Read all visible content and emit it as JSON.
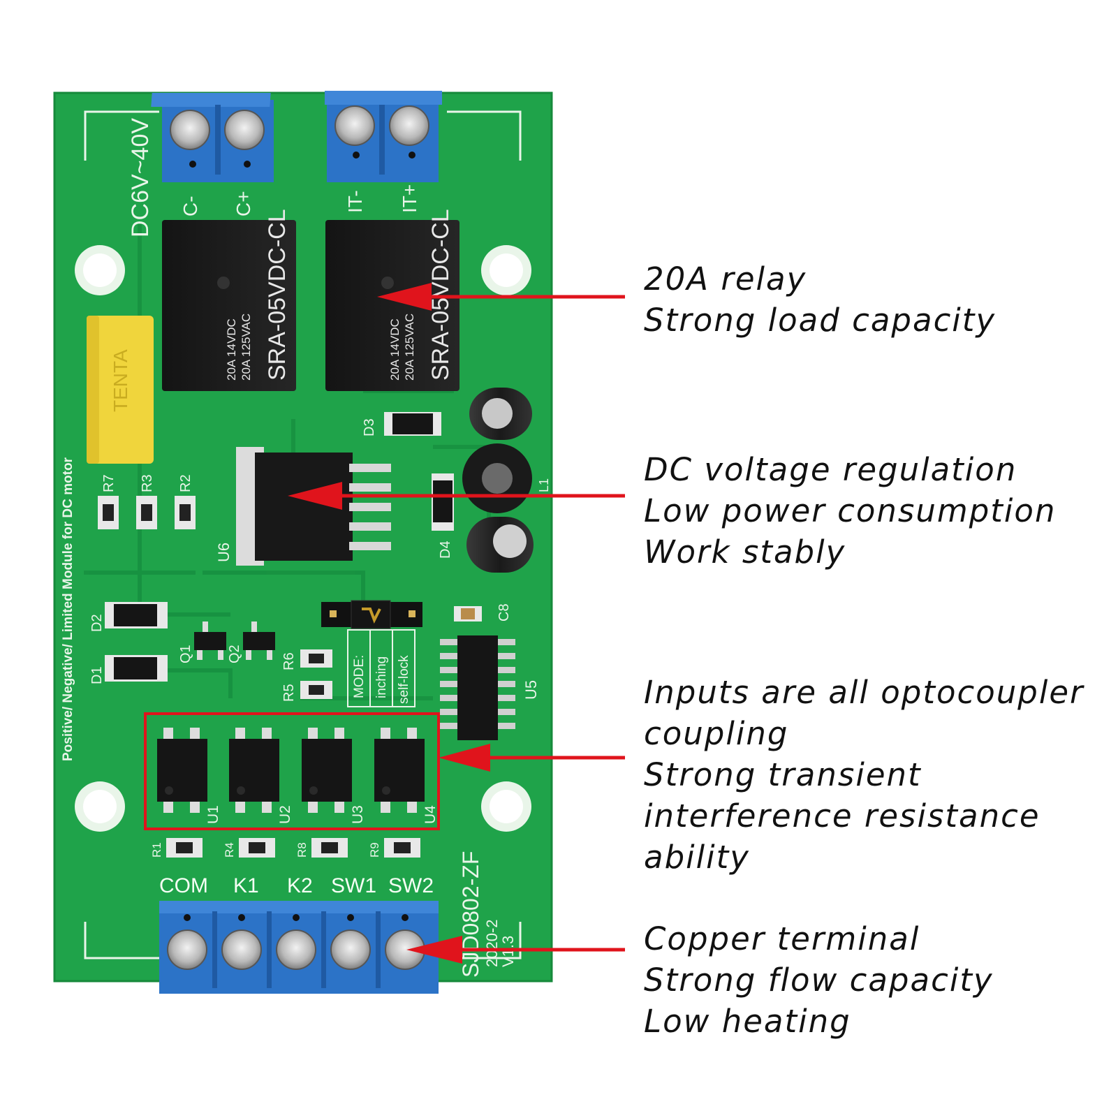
{
  "board": {
    "power_label": "DC6V~40V",
    "power_terms": [
      "C-",
      "C+"
    ],
    "motor_terms": [
      "IT-",
      "IT+"
    ],
    "relay_model": "SRA-05VDC-CL",
    "relay_rating_1": "20A 14VDC",
    "relay_rating_2": "20A 125VAC",
    "capacitor_brand": "TENTA",
    "module_text": "Positive/ Negative/ Limited  Module  for DC motor",
    "resistors_top": [
      "R7",
      "R3",
      "R2"
    ],
    "regulator": "U6",
    "diodes": [
      "D3",
      "D4",
      "D2",
      "D1"
    ],
    "inductor": "L1",
    "transistors": [
      "Q1",
      "Q2"
    ],
    "resistors_mid": [
      "R6",
      "R5"
    ],
    "capacitor_small": "C8",
    "mode_label": "MODE:",
    "mode_opts": [
      "inching",
      "self-lock"
    ],
    "ic": "U5",
    "optocouplers": [
      "U1",
      "U2",
      "U3",
      "U4"
    ],
    "resistors_bottom": [
      "R1",
      "R4",
      "R8",
      "R9"
    ],
    "model": "SJD0802-ZF",
    "version_1": "2020-2",
    "version_2": "V1.3",
    "input_labels": [
      "COM",
      "K1",
      "K2",
      "SW1",
      "SW2"
    ]
  },
  "callouts": [
    {
      "lines": [
        "20A relay",
        "Strong load capacity"
      ]
    },
    {
      "lines": [
        "DC voltage regulation",
        "Low power consumption",
        "Work stably"
      ]
    },
    {
      "lines": [
        "Inputs are all optocoupler",
        "coupling",
        "Strong transient",
        "interference resistance",
        "ability"
      ]
    },
    {
      "lines": [
        "Copper terminal",
        "Strong flow capacity",
        "Low heating"
      ]
    }
  ],
  "colors": {
    "pcb": "#1fa34a",
    "terminal": "#2c73c7",
    "arrow": "#e0141c",
    "highlight_box": "#e0141c"
  }
}
